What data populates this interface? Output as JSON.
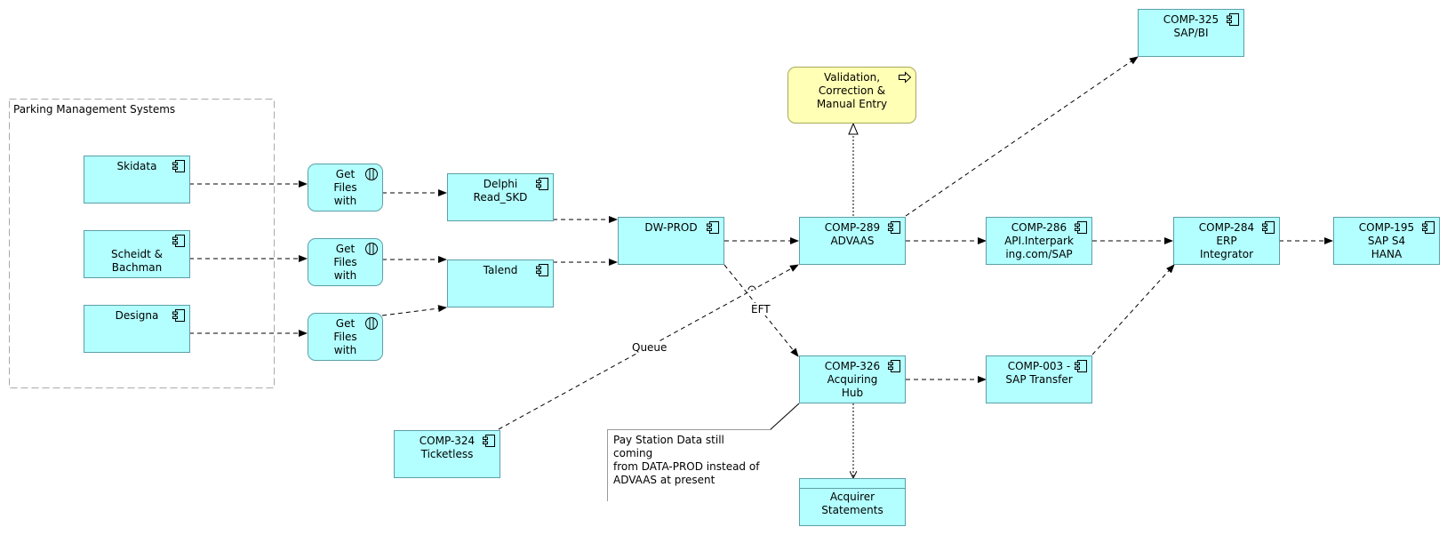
{
  "group": {
    "label": "Parking Management Systems"
  },
  "nodes": {
    "skidata": "Skidata",
    "scheidt": "Scheidt &\nBachman",
    "designa": "Designa",
    "getfiles1": "Get\nFiles\nwith",
    "getfiles2": "Get\nFiles\nwith",
    "getfiles3": "Get\nFiles\nwith",
    "delphi": "Delphi\nRead_SKD",
    "talend": "Talend",
    "dwprod": "DW-PROD",
    "comp289": "COMP-289\nADVAAS",
    "validation": "Validation,\nCorrection &\nManual Entry",
    "comp325": "COMP-325\nSAP/BI",
    "comp286": "COMP-286\nAPI.Interpark\ning.com/SAP",
    "comp284": "COMP-284\nERP\nIntegrator",
    "comp195": "COMP-195\nSAP S4\nHANA",
    "comp326": "COMP-326\nAcquiring\nHub",
    "comp003": "COMP-003 -\nSAP Transfer",
    "comp324": "COMP-324\nTicketless",
    "acquirer": "Acquirer\nStatements"
  },
  "note": {
    "text": "Pay Station Data still coming\nfrom DATA-PROD instead of\nADVAAS at present"
  },
  "edge_labels": {
    "eft": "EFT",
    "queue": "Queue"
  },
  "colors": {
    "component_fill": "#b3ffff",
    "component_border": "#5c9fa8",
    "event_fill": "#ffffb5",
    "edge": "#000000",
    "group_border": "#aaaaaa"
  },
  "icons": {
    "component": "component-icon",
    "service": "service-icon",
    "event": "event-arrow-icon"
  }
}
